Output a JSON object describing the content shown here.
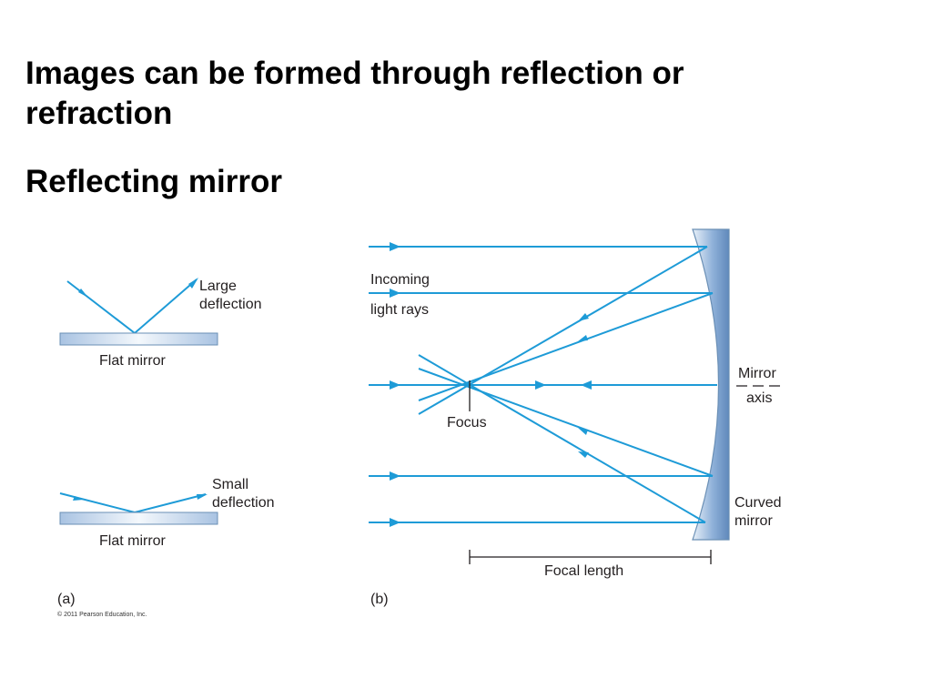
{
  "slide": {
    "title_line1": "Images can be formed through reflection or refraction",
    "title_line2": "Reflecting mirror"
  },
  "figure_a": {
    "panel_label": "(a)",
    "top": {
      "ray_label_1": "Large",
      "ray_label_2": "deflection",
      "mirror_label": "Flat mirror"
    },
    "bottom": {
      "ray_label_1": "Small",
      "ray_label_2": "deflection",
      "mirror_label": "Flat mirror"
    },
    "copyright": "© 2011 Pearson Education, Inc."
  },
  "figure_b": {
    "panel_label": "(b)",
    "incoming_1": "Incoming",
    "incoming_2": "light rays",
    "focus": "Focus",
    "axis_1": "Mirror",
    "axis_2": "axis",
    "mirror_1": "Curved",
    "mirror_2": "mirror",
    "focal_length": "Focal length"
  },
  "colors": {
    "ray": "#1e9bd7",
    "mirror_edge": "#6a8fb5",
    "text": "#231f20"
  }
}
